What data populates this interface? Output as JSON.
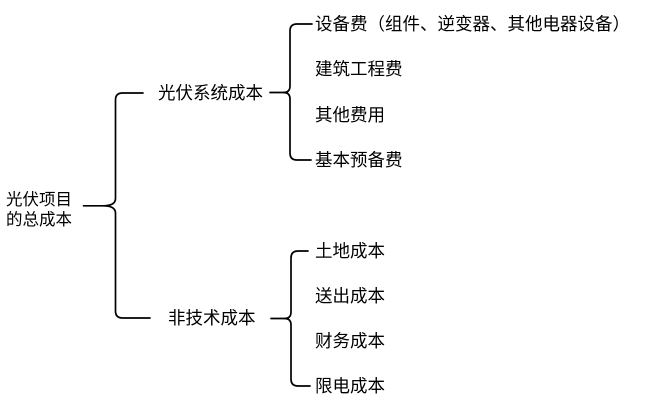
{
  "diagram": {
    "title": "光伏项目的总成本",
    "background_color": "#ffffff",
    "line_color": "#000000",
    "text_color": "#000000",
    "root": {
      "label": "光伏项目的总成本",
      "line1": "光伏项目",
      "line2": "的总成本"
    },
    "branches": [
      {
        "label": "光伏系统成本",
        "children": [
          "设备费（组件、逆变器、其他电器设备）",
          "建筑工程费",
          "其他费用",
          "基本预备费"
        ]
      },
      {
        "label": "非技术成本",
        "children": [
          "土地成本",
          "送出成本",
          "财务成本",
          "限电成本"
        ]
      }
    ]
  }
}
